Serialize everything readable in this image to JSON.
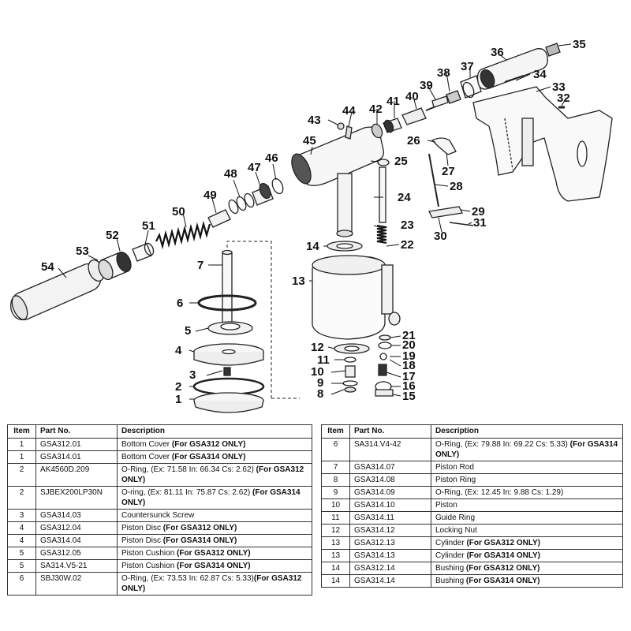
{
  "callouts": [
    "1",
    "2",
    "3",
    "4",
    "5",
    "6",
    "7",
    "8",
    "9",
    "10",
    "11",
    "12",
    "13",
    "14",
    "15",
    "16",
    "17",
    "18",
    "19",
    "20",
    "21",
    "22",
    "23",
    "24",
    "25",
    "26",
    "27",
    "28",
    "29",
    "30",
    "31",
    "32",
    "33",
    "34",
    "35",
    "36",
    "37",
    "38",
    "39",
    "40",
    "41",
    "42",
    "43",
    "44",
    "45",
    "46",
    "47",
    "48",
    "49",
    "50",
    "51",
    "52",
    "53",
    "54"
  ],
  "table_headers": {
    "item": "Item",
    "part_no": "Part No.",
    "description": "Description"
  },
  "left_rows": [
    {
      "item": "1",
      "part": "GSA312.01",
      "desc": "Bottom Cover ",
      "note": "(For GSA312 ONLY)"
    },
    {
      "item": "1",
      "part": "GSA314.01",
      "desc": "Bottom Cover ",
      "note": "(For GSA314 ONLY)"
    },
    {
      "item": "2",
      "part": "AK4560D.209",
      "desc": "O-Ring, (Ex: 71.58 In: 66.34 Cs: 2.62) ",
      "note": "(For GSA312 ONLY)"
    },
    {
      "item": "2",
      "part": "SJBEX200LP30N",
      "desc": "O-ring, (Ex: 81.11 In: 75.87 Cs: 2.62) ",
      "note": "(For GSA314 ONLY)"
    },
    {
      "item": "3",
      "part": "GSA314.03",
      "desc": "Countersunck Screw",
      "note": ""
    },
    {
      "item": "4",
      "part": "GSA312.04",
      "desc": "Piston Disc ",
      "note": "(For GSA312 ONLY)"
    },
    {
      "item": "4",
      "part": "GSA314.04",
      "desc": "Piston Disc ",
      "note": "(For GSA314 ONLY)"
    },
    {
      "item": "5",
      "part": "GSA312.05",
      "desc": "Piston Cushion ",
      "note": "(For GSA312 ONLY)"
    },
    {
      "item": "5",
      "part": "SA314.V5-21",
      "desc": "Piston Cushion ",
      "note": "(For GSA314 ONLY)"
    },
    {
      "item": "6",
      "part": "SBJ30W.02",
      "desc": "O-Ring, (Ex: 73.53 In: 62.87 Cs: 5.33)",
      "note": "(For GSA312 ONLY)"
    }
  ],
  "right_rows": [
    {
      "item": "6",
      "part": "SA314.V4-42",
      "desc": "O-Ring, (Ex: 79.88 In: 69.22 Cs: 5.33) ",
      "note": "(For GSA314 ONLY)"
    },
    {
      "item": "7",
      "part": "GSA314.07",
      "desc": "Piston Rod",
      "note": ""
    },
    {
      "item": "8",
      "part": "GSA314.08",
      "desc": "Piston Ring",
      "note": ""
    },
    {
      "item": "9",
      "part": "GSA314.09",
      "desc": "O-Ring, (Ex: 12.45 In: 9.88 Cs: 1.29)",
      "note": ""
    },
    {
      "item": "10",
      "part": "GSA314.10",
      "desc": "Piston",
      "note": ""
    },
    {
      "item": "11",
      "part": "GSA314.11",
      "desc": "Guide Ring",
      "note": ""
    },
    {
      "item": "12",
      "part": "GSA314.12",
      "desc": "Locking Nut",
      "note": ""
    },
    {
      "item": "13",
      "part": "GSA312.13",
      "desc": "Cylinder ",
      "note": "(For GSA312 ONLY)"
    },
    {
      "item": "13",
      "part": "GSA314.13",
      "desc": "Cylinder ",
      "note": "(For GSA314 ONLY)"
    },
    {
      "item": "14",
      "part": "GSA312.14",
      "desc": "Bushing ",
      "note": "(For GSA312 ONLY)"
    },
    {
      "item": "14",
      "part": "GSA314.14",
      "desc": "Bushing ",
      "note": "(For GSA314 ONLY)"
    }
  ]
}
